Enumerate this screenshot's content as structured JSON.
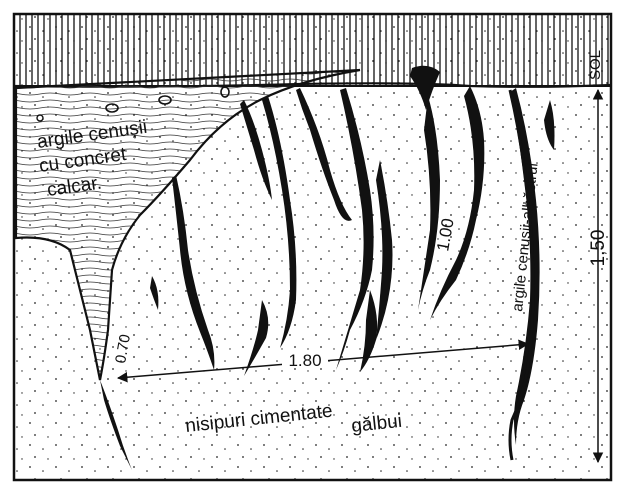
{
  "figure": {
    "layers": {
      "soil_label": "SOL",
      "clay_label": [
        "argile cenușii",
        "cu concret",
        "calcar."
      ],
      "blue_clay_label": "argile cenușii-albăstrui",
      "sand_label": [
        "nisipuri cimentate",
        "gălbui"
      ]
    },
    "dimensions": {
      "width": "1.80",
      "total_depth": "1,50",
      "root_depth": "1.00",
      "wedge_depth": "0.70"
    },
    "colors": {
      "ink": "#111111",
      "paper": "#ffffff"
    }
  }
}
